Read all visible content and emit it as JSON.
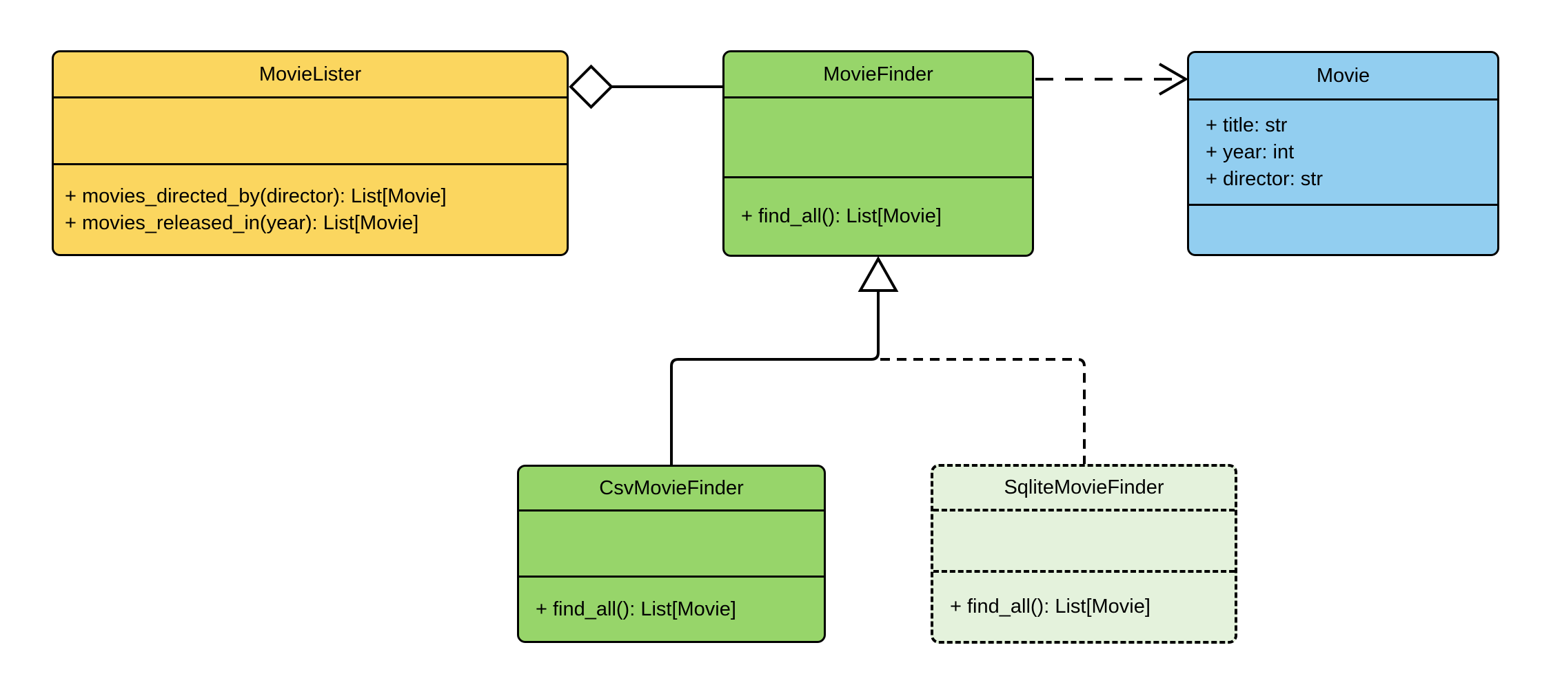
{
  "diagram": {
    "kind": "uml-class-diagram",
    "background": "#FFFFFF",
    "stroke_color": "#000000"
  },
  "classes": [
    {
      "name": "MovieLister",
      "fill": "#FBD65F",
      "border_style": "solid",
      "attributes": [],
      "methods": [
        "+ movies_directed_by(director): List[Movie]",
        "+ movies_released_in(year): List[Movie]"
      ]
    },
    {
      "name": "MovieFinder",
      "fill": "#97D56A",
      "border_style": "solid",
      "attributes": [],
      "methods": [
        "+ find_all(): List[Movie]"
      ]
    },
    {
      "name": "Movie",
      "fill": "#92CEF0",
      "border_style": "solid",
      "attributes": [
        "+ title: str",
        "+ year: int",
        "+ director: str"
      ],
      "methods": []
    },
    {
      "name": "CsvMovieFinder",
      "fill": "#97D56A",
      "border_style": "solid",
      "attributes": [],
      "methods": [
        "+ find_all(): List[Movie]"
      ]
    },
    {
      "name": "SqliteMovieFinder",
      "fill": "#E4F2DC",
      "border_style": "dashed",
      "attributes": [],
      "methods": [
        "+ find_all(): List[Movie]"
      ]
    }
  ],
  "relationships": [
    {
      "type": "aggregation",
      "owner": "MovieLister",
      "part": "MovieFinder",
      "line": "solid",
      "marker": "hollow-diamond-at-owner"
    },
    {
      "type": "dependency",
      "from": "MovieFinder",
      "to": "Movie",
      "line": "dashed",
      "marker": "open-arrow-at-target"
    },
    {
      "type": "inheritance",
      "child": "CsvMovieFinder",
      "parent": "MovieFinder",
      "line": "solid",
      "marker": "hollow-triangle-at-parent"
    },
    {
      "type": "inheritance",
      "child": "SqliteMovieFinder",
      "parent": "MovieFinder",
      "line": "dashed",
      "marker": "hollow-triangle-at-parent"
    }
  ]
}
